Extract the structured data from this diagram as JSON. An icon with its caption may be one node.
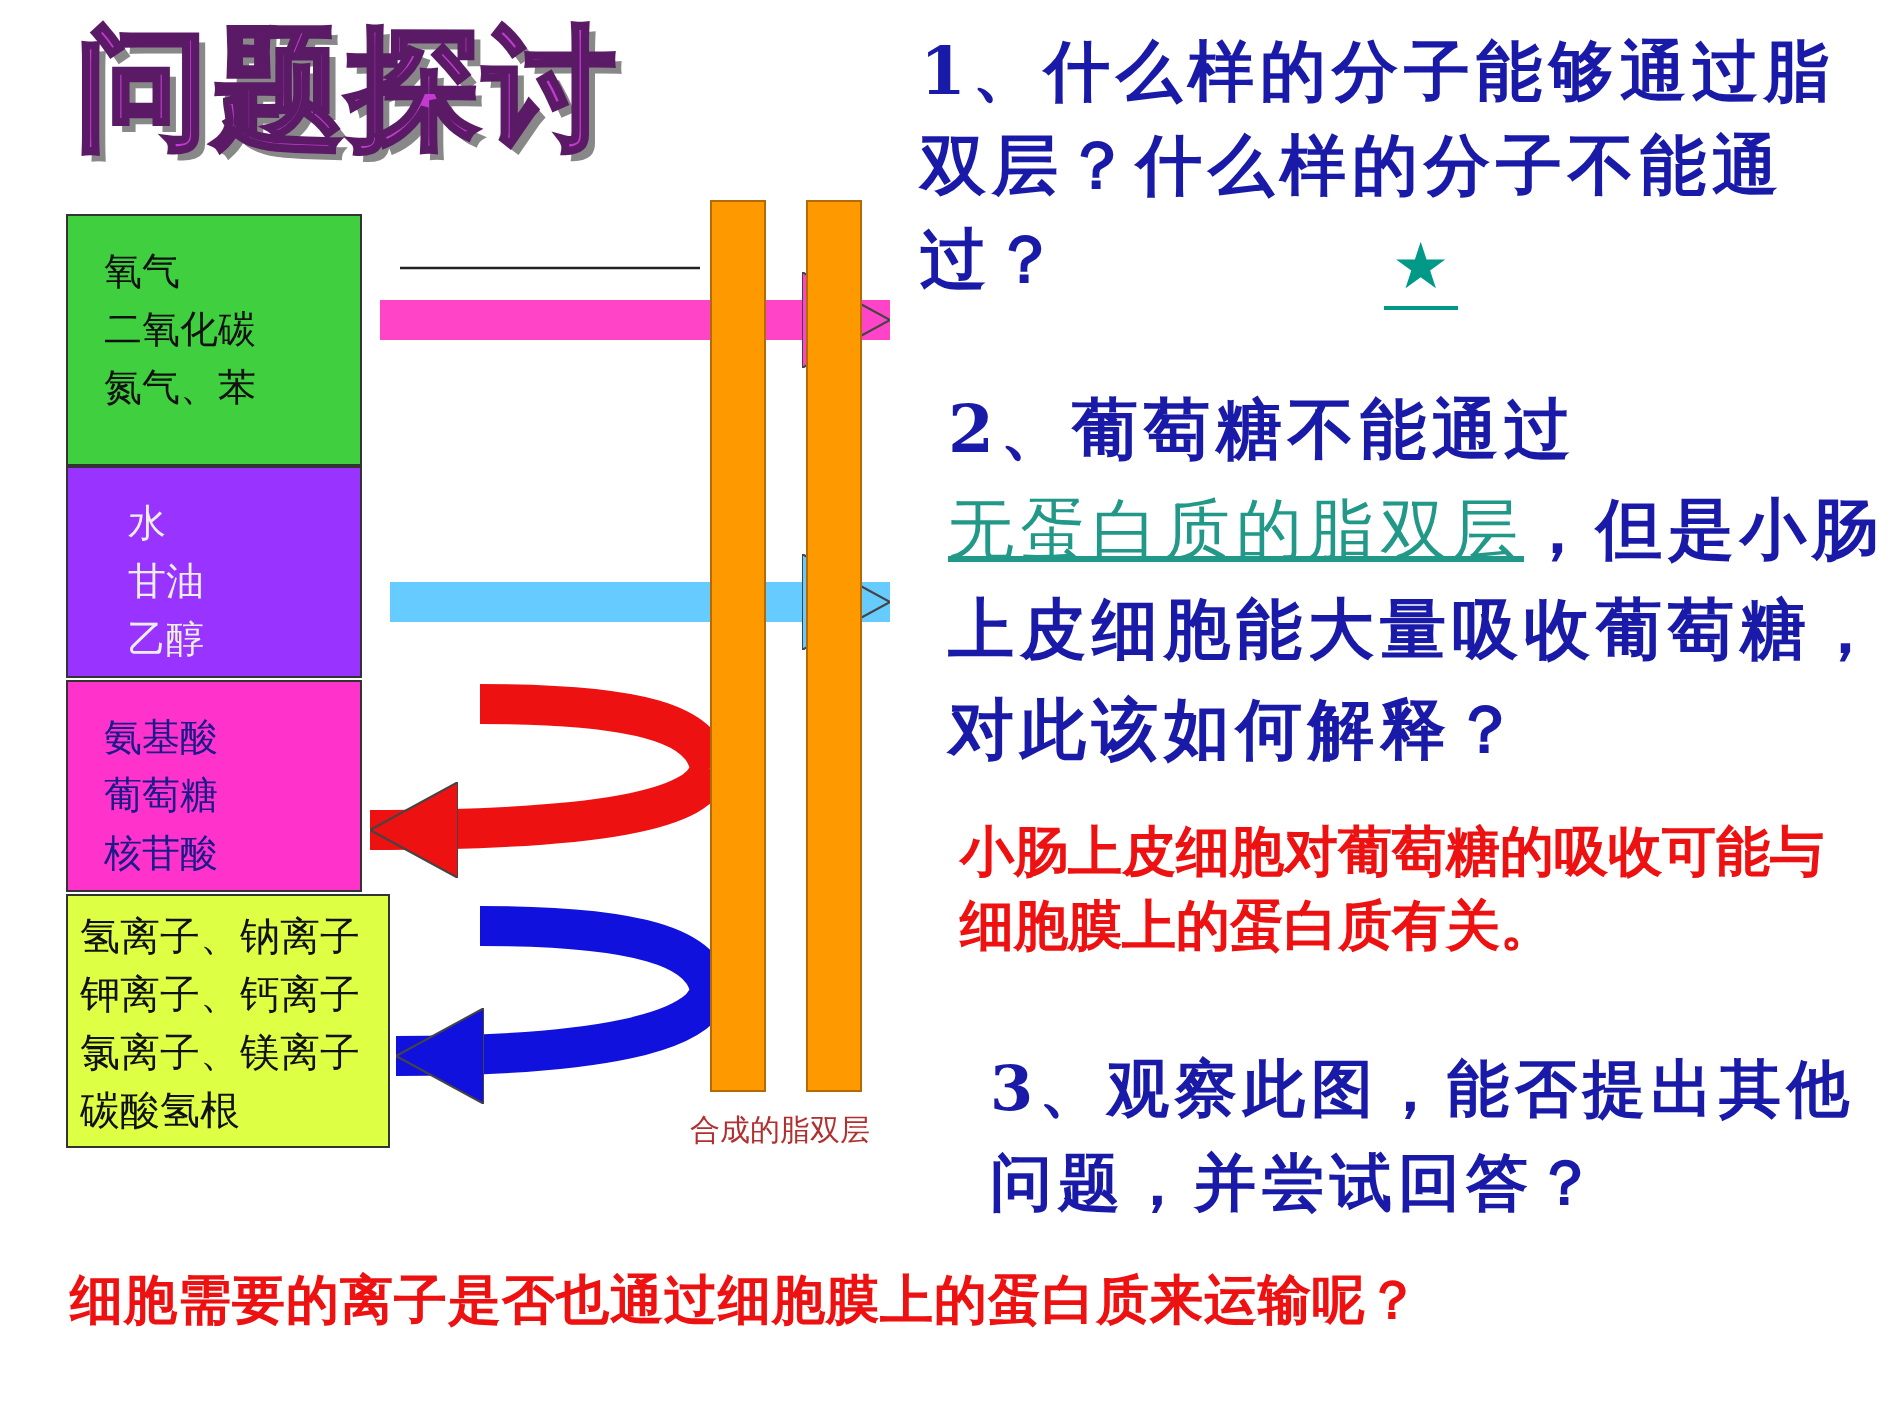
{
  "diagram": {
    "title": "问题探讨",
    "nodes": [
      {
        "text": [
          "氧气",
          "二氧化碳",
          "氮气、苯"
        ]
      },
      {
        "text": [
          "水",
          "甘油",
          "乙醇"
        ]
      },
      {
        "text": [
          "氨基酸",
          "葡萄糖",
          "核苷酸"
        ]
      },
      {
        "text": [
          "氢离子、钠离子",
          "钾离子、钙离子",
          "氯离子、镁离子",
          "碳酸氢根"
        ]
      },
      {
        "text": [],
        "shape": "bar",
        "beside": [
          "合成的脂双层"
        ]
      }
    ],
    "edges": [
      {
        "from": 0,
        "to": 4,
        "arrow": "to",
        "color": "#ff44c8"
      },
      {
        "from": 1,
        "to": 4,
        "arrow": "to",
        "color": "#66ccff"
      },
      {
        "from": 4,
        "to": 2,
        "arrow": "to",
        "color": "#ee1111"
      },
      {
        "from": 4,
        "to": 3,
        "arrow": "to",
        "color": "#1111dd"
      }
    ],
    "labels": [
      "1、什么样的分子能够通过脂双层？什么样的分子不能通过？",
      "★",
      "2、葡萄糖不能通过",
      "无蛋白质的脂双层",
      "，但是小肠上皮细胞能大量吸收葡萄糖，对此该如何解释？",
      "小肠上皮细胞对葡萄糖的吸收可能与细胞膜上的蛋白质有关。",
      "3、观察此图，能否提出其他问题，并尝试回答？",
      "细胞需要的离子是否也通过细胞膜上的蛋白质来运输呢？"
    ]
  }
}
